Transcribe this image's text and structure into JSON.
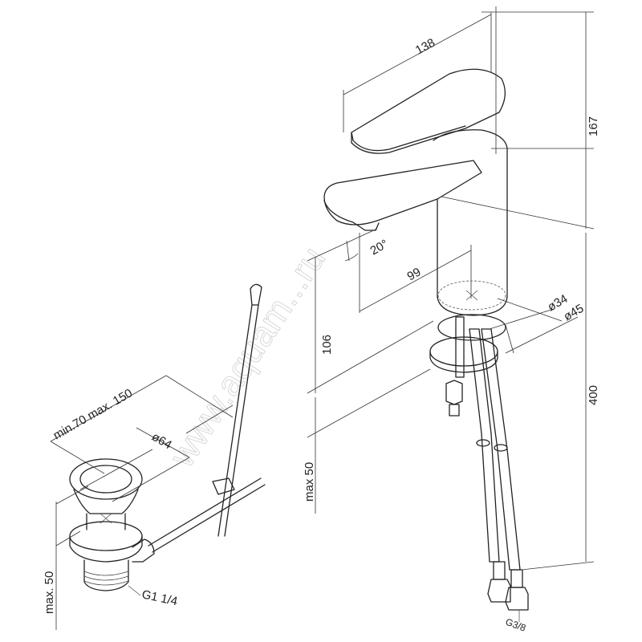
{
  "drawing": {
    "faucet": {
      "dimensions": {
        "length": "138",
        "height_total": "167",
        "angle": "20°",
        "reach": "99",
        "spout_height": "106",
        "base_diameter_inner": "ø34",
        "base_diameter_outer": "ø45",
        "hose_length": "400",
        "deck_thickness": "max 50",
        "hose_thread": "G3/8"
      }
    },
    "drain": {
      "dimensions": {
        "rod_distance": "min.70 max. 150",
        "cap_diameter": "ø64",
        "deck_thickness": "max. 50",
        "thread": "G1 1/4"
      }
    },
    "watermark": "www.aquam...ru"
  }
}
